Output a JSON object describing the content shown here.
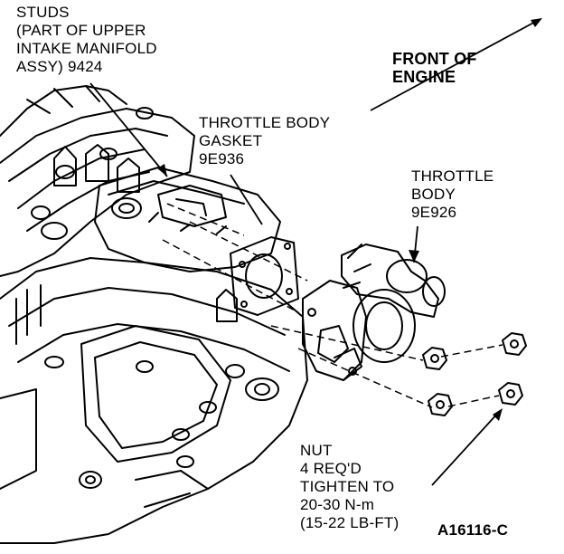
{
  "labels": {
    "studs": [
      "STUDS",
      "(PART OF UPPER",
      "INTAKE MANIFOLD",
      "ASSY) 9424"
    ],
    "front": [
      "FRONT OF",
      "ENGINE"
    ],
    "gasket": [
      "THROTTLE BODY",
      "GASKET",
      "9E936"
    ],
    "throttle_body": [
      "THROTTLE",
      "BODY",
      "9E926"
    ],
    "nut": [
      "NUT",
      "4 REQ'D",
      "TIGHTEN TO",
      "20-30 N-m",
      "(15-22 LB-FT)"
    ],
    "figure_id": "A16116-C"
  },
  "colors": {
    "ink": "#000000",
    "paper": "#ffffff"
  }
}
